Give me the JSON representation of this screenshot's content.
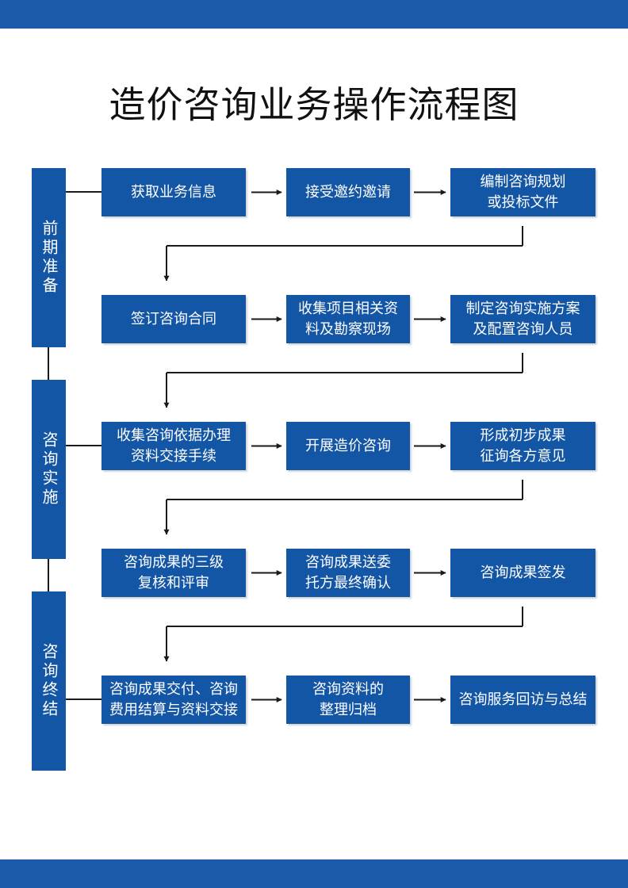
{
  "title": "造价咨询业务操作流程图",
  "colors": {
    "primary": "#1456a6",
    "band": "#1a5aa8",
    "line": "#1a1a1a"
  },
  "phases": [
    {
      "label": "前期准备"
    },
    {
      "label": "咨询实施"
    },
    {
      "label": "咨询终结"
    }
  ],
  "rows": [
    {
      "steps": [
        "获取业务信息",
        "接受邀约邀请",
        "编制咨询规划\n或投标文件"
      ]
    },
    {
      "steps": [
        "签订咨询合同",
        "收集项目相关资\n料及勘察现场",
        "制定咨询实施方案\n及配置咨询人员"
      ]
    },
    {
      "steps": [
        "收集咨询依据办理\n资料交接手续",
        "开展造价咨询",
        "形成初步成果\n征询各方意见"
      ]
    },
    {
      "steps": [
        "咨询成果的三级\n复核和评审",
        "咨询成果送委\n托方最终确认",
        "咨询成果签发"
      ]
    },
    {
      "steps": [
        "咨询成果交付、咨询\n费用结算与资料交接",
        "咨询资料的\n整理归档",
        "咨询服务回访与总结"
      ]
    }
  ]
}
